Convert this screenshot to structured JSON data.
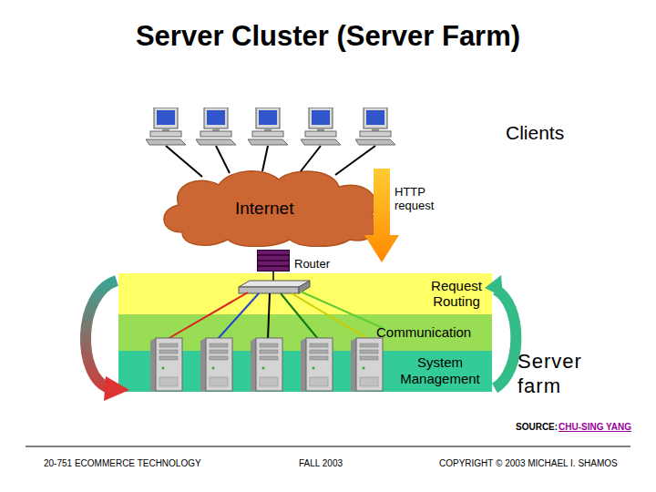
{
  "diagram": {
    "title": "Server Cluster (Server Farm)",
    "nodes": [
      {
        "text": [
          "Internet"
        ]
      },
      {
        "text": [
          "Router"
        ]
      },
      {
        "text": [
          "Request Routing"
        ]
      },
      {
        "text": [
          "Communication"
        ]
      },
      {
        "text": [
          "System Management"
        ]
      }
    ],
    "labels": [
      "Clients",
      "HTTP request",
      "Server farm",
      "SOURCE:",
      "CHU-SING YANG",
      "20-751 ECOMMERCE TECHNOLOGY",
      "FALL 2003",
      "COPYRIGHT © 2003 MICHAEL I. SHAMOS"
    ]
  }
}
